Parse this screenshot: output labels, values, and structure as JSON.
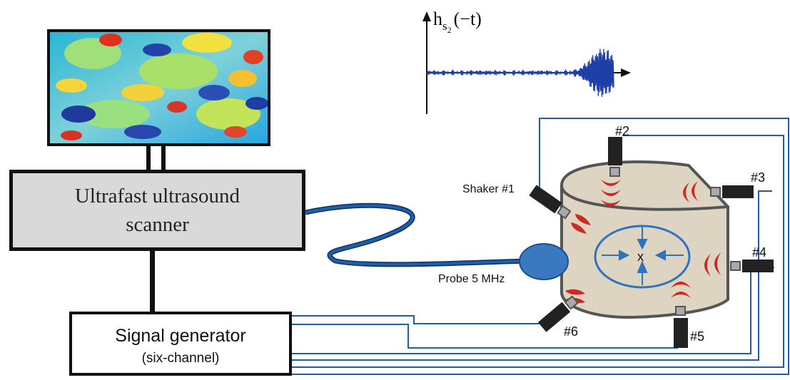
{
  "scanner": {
    "label": "Ultrafast ultrasound\nscanner"
  },
  "signal_generator": {
    "title": "Signal generator",
    "subtitle": "(six-channel)"
  },
  "probe": {
    "label": "Probe 5 MHz"
  },
  "signal_plot": {
    "label_main": "h",
    "label_sub": "s",
    "label_subsub": "2",
    "label_arg": "(−t)"
  },
  "shakers": [
    {
      "label": "Shaker #1"
    },
    {
      "label": "#2"
    },
    {
      "label": "#3"
    },
    {
      "label": "#4"
    },
    {
      "label": "#5"
    },
    {
      "label": "#6"
    }
  ],
  "focus": {
    "label": "x"
  },
  "colors": {
    "cable": "#1f5fa8",
    "probe": "#3a78c0",
    "phantom": "#ddd5c2",
    "waves": "#cc2a22",
    "arrows": "#2e73c0",
    "signal": "#1d3fa6"
  }
}
